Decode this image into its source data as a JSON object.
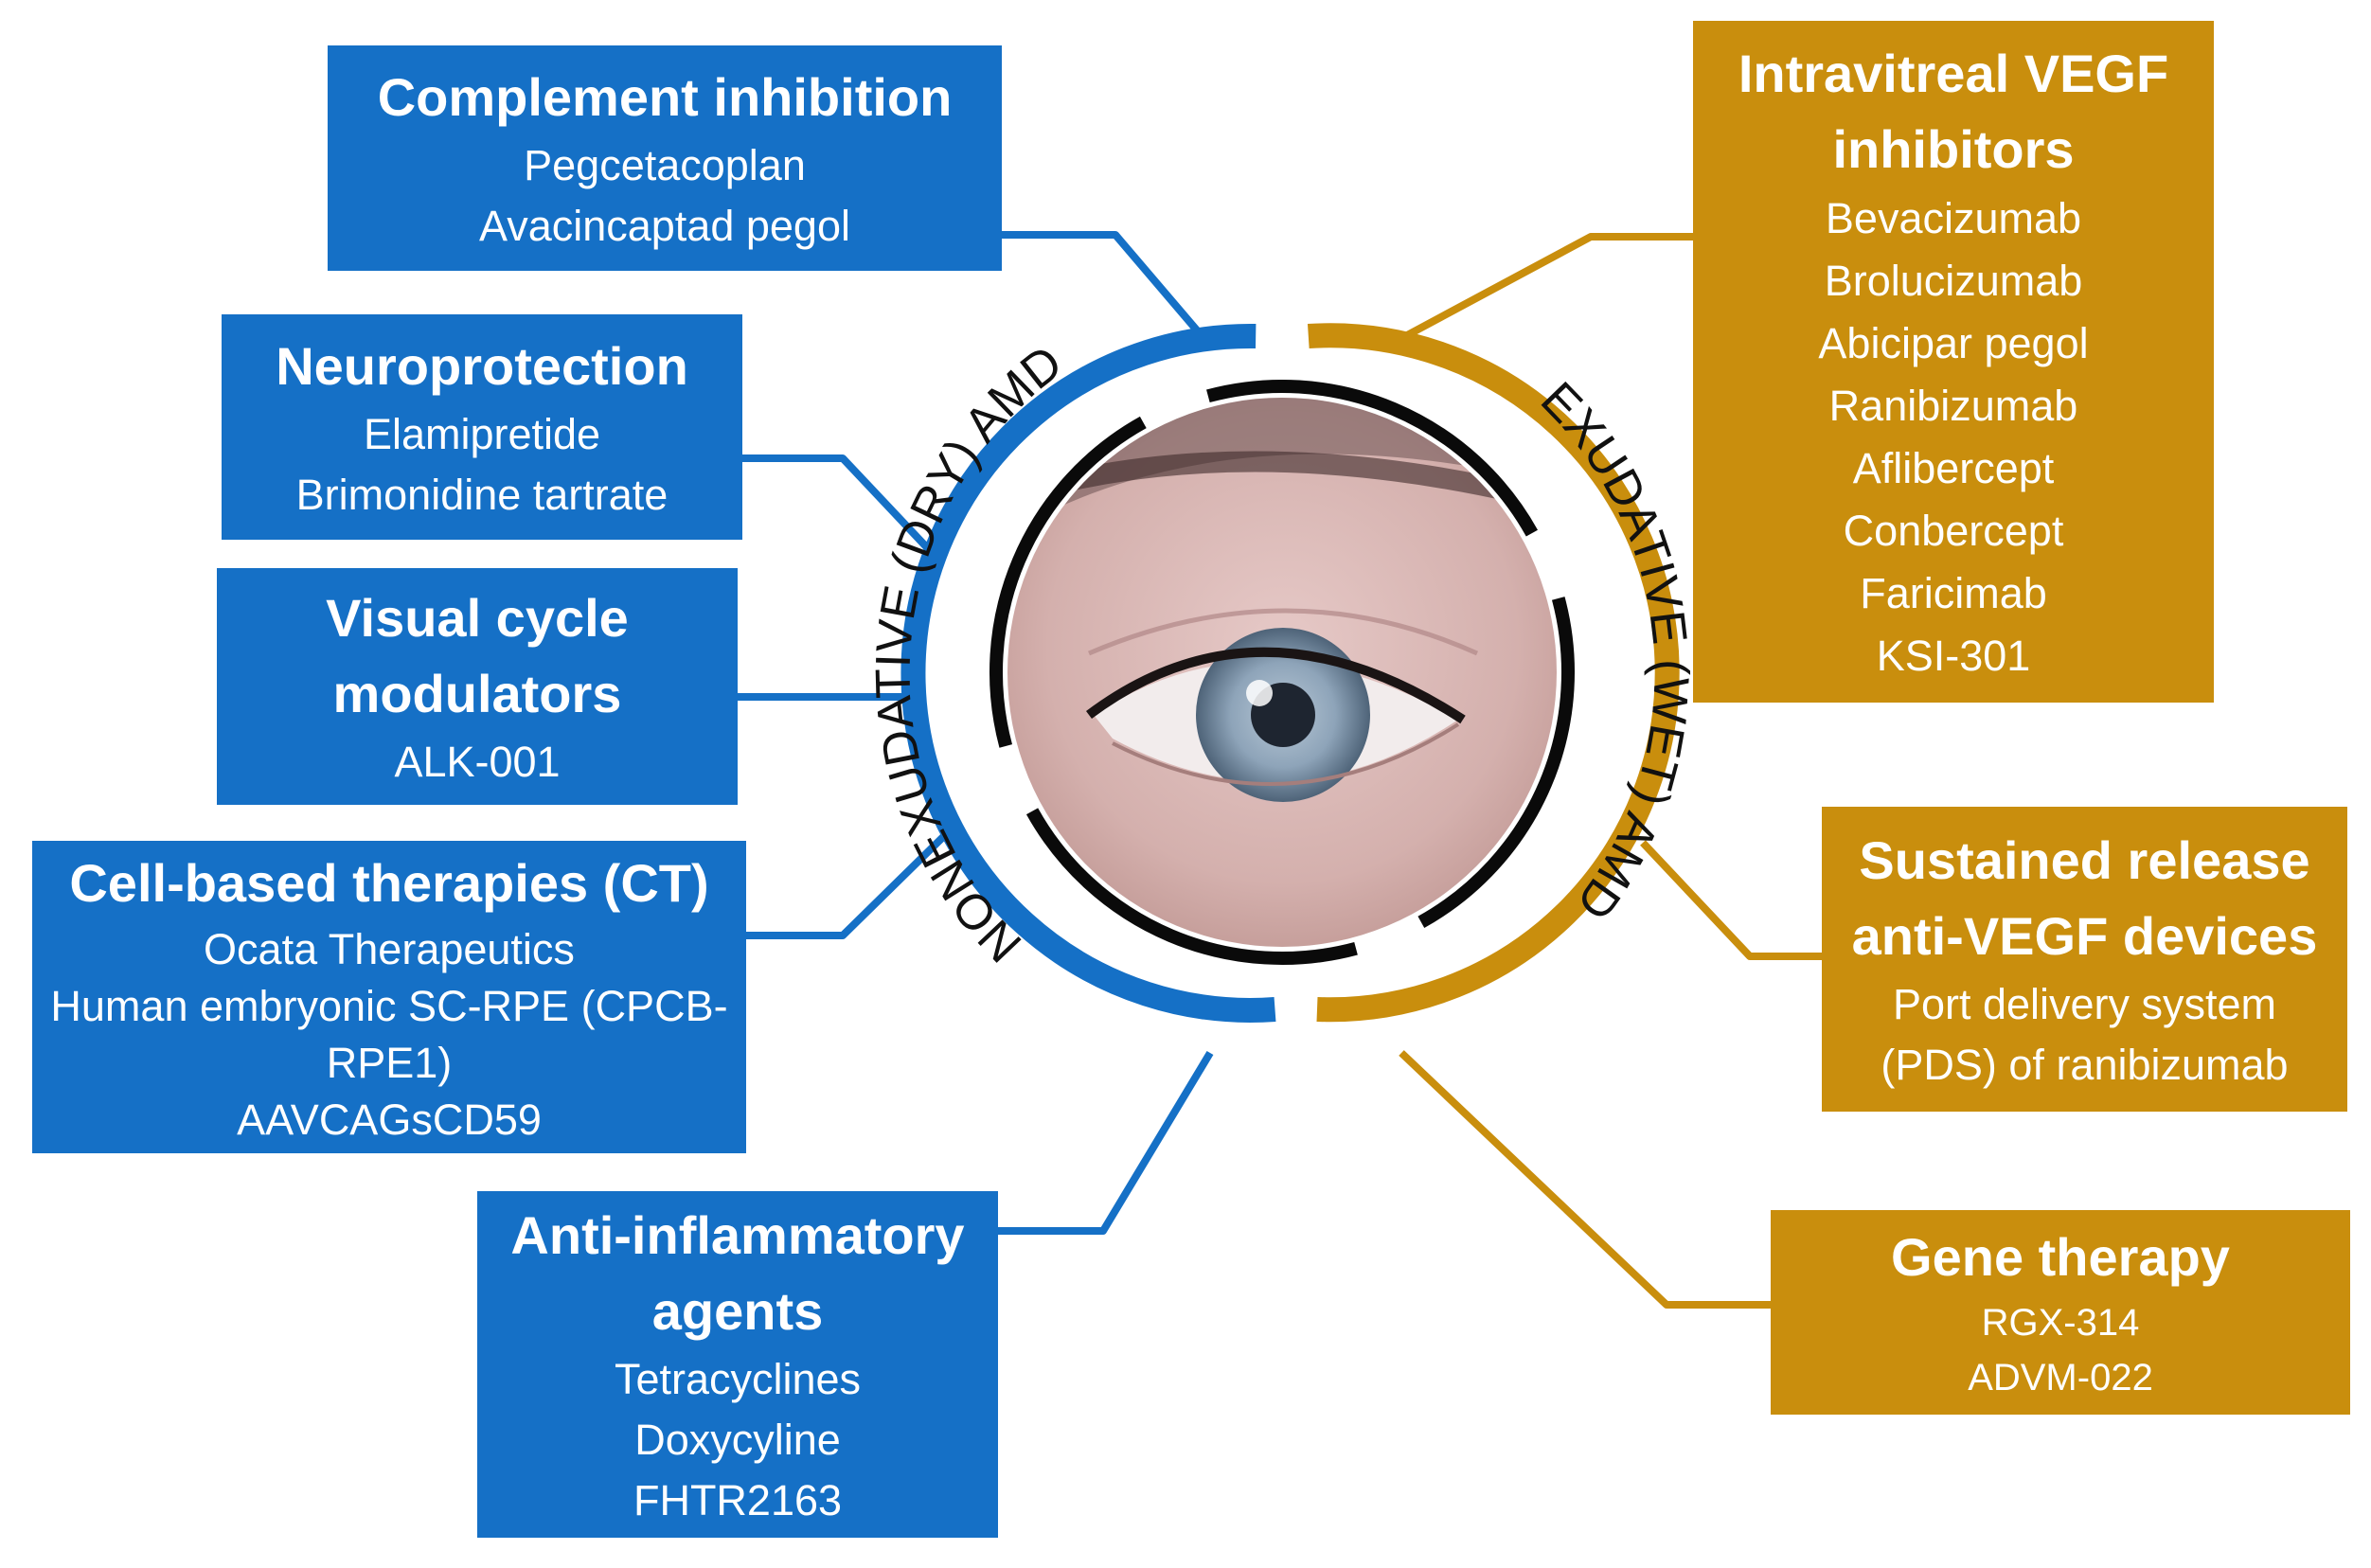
{
  "colors": {
    "dry": "#1570c6",
    "wet": "#c98e0d",
    "inner_ring": "#0a0a0a"
  },
  "center": {
    "image": "eye-photo",
    "dry_label": "NONEXUDATIVE (DRY) AMD",
    "wet_label": "EXUDATIVE (WET) AMD"
  },
  "dry_boxes": [
    {
      "title": "Complement inhibition",
      "items": [
        "Pegcetacoplan",
        "Avacincaptad pegol"
      ]
    },
    {
      "title": "Neuroprotection",
      "items": [
        "Elamipretide",
        "Brimonidine tartrate"
      ]
    },
    {
      "title": "Visual cycle modulators",
      "items": [
        "ALK-001"
      ]
    },
    {
      "title": "Cell-based therapies (CT)",
      "items": [
        "Ocata Therapeutics",
        "Human embryonic SC-RPE (CPCB-RPE1)",
        "AAVCAGsCD59"
      ]
    },
    {
      "title": "Anti-inflammatory agents",
      "items": [
        "Tetracyclines",
        "Doxycyline",
        "FHTR2163"
      ]
    }
  ],
  "wet_boxes": [
    {
      "title": "Intravitreal VEGF inhibitors",
      "items": [
        "Bevacizumab",
        "Brolucizumab",
        "Abicipar pegol",
        "Ranibizumab",
        "Aflibercept",
        "Conbercept",
        "Faricimab",
        "KSI-301"
      ]
    },
    {
      "title": "Sustained release anti-VEGF devices",
      "items": [
        "Port delivery system (PDS) of ranibizumab"
      ]
    },
    {
      "title": "Gene therapy",
      "items": [
        "RGX-314",
        "ADVM-022"
      ]
    }
  ]
}
